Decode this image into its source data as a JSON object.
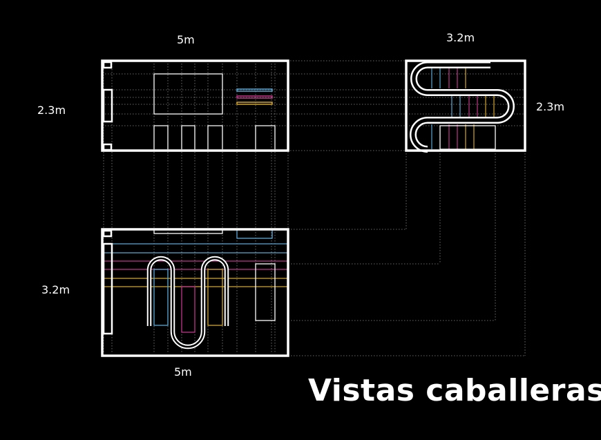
{
  "labels": {
    "front_width": "5m",
    "front_height": "2.3m",
    "side_width": "3.2m",
    "side_height": "2.3m",
    "plan_depth": "3.2m",
    "plan_width": "5m"
  },
  "title": "Vistas caballeras",
  "colors": {
    "background": "#000000",
    "outline": "#ffffff",
    "guide": "#8a8a8a",
    "blue": "#5aa9d6",
    "magenta": "#c0358a",
    "yellow": "#d4a82a"
  }
}
